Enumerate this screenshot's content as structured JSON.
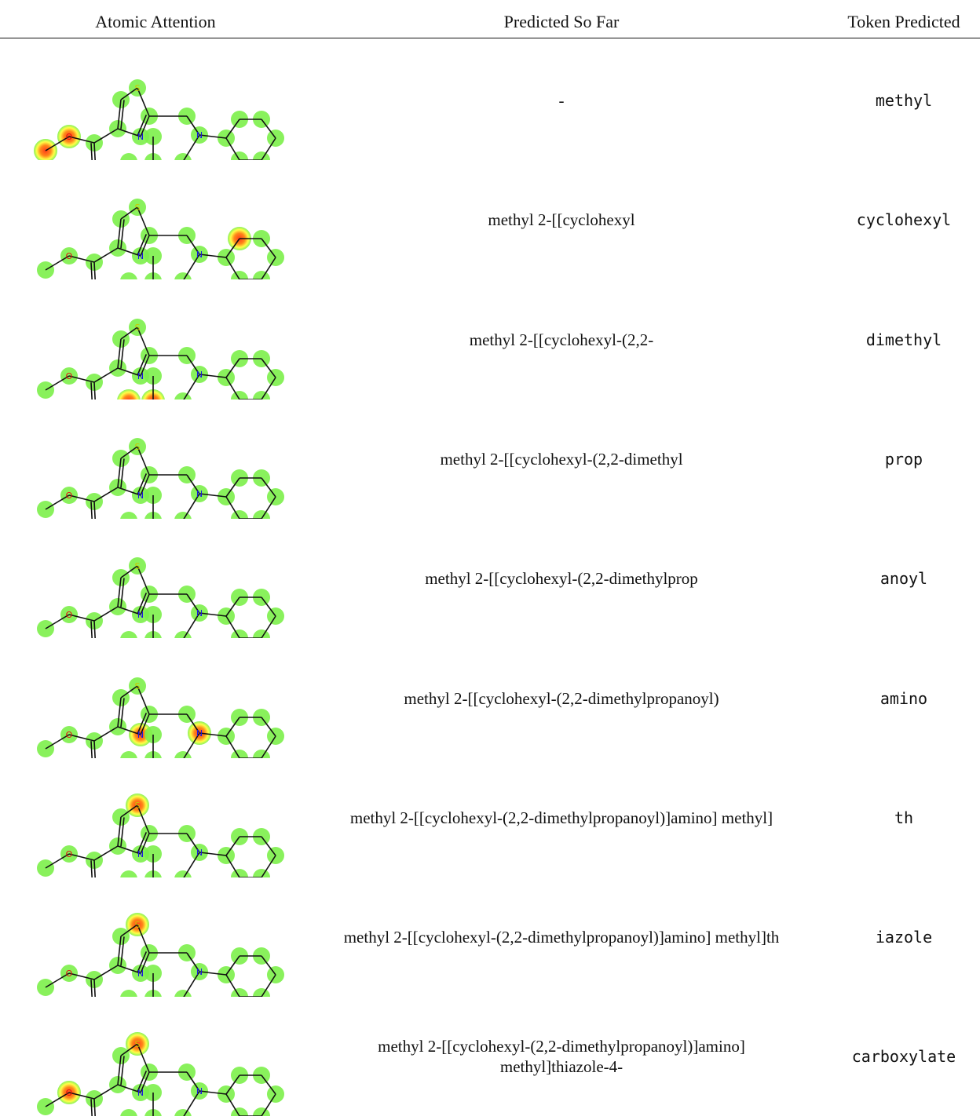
{
  "headers": {
    "attention": "Atomic Attention",
    "predicted": "Predicted So Far",
    "token": "Token Predicted"
  },
  "molecule": {
    "atom_labels": {
      "S": "S",
      "N": "N",
      "O": "O"
    },
    "colors": {
      "bond": "#111111",
      "nitrogen": "#1a1adb",
      "oxygen": "#e01010",
      "sulfur": "#c8c800",
      "glow_low": "#7cf04a",
      "glow_mid": "#ffff33",
      "glow_high": "#ff2a00"
    }
  },
  "rows": [
    {
      "predicted": "-",
      "token": "methyl",
      "hot": [
        "o1",
        "c0"
      ]
    },
    {
      "predicted": "methyl 2-[[cyclohexyl",
      "token": "cyclohexyl",
      "hot": [
        "r1"
      ]
    },
    {
      "predicted": "methyl 2-[[cyclohexyl-(2,2-",
      "token": "dimethyl",
      "hot": [
        "m1",
        "cq",
        "o3"
      ]
    },
    {
      "predicted": "methyl 2-[[cyclohexyl-(2,2-dimethyl",
      "token": "prop",
      "hot": [
        "o3"
      ]
    },
    {
      "predicted": "methyl 2-[[cyclohexyl-(2,2-dimethylprop",
      "token": "anoyl",
      "hot": [
        "o3"
      ]
    },
    {
      "predicted": "methyl 2-[[cyclohexyl-(2,2-dimethylpropanoyl)",
      "token": "amino",
      "hot": [
        "n2",
        "n1"
      ]
    },
    {
      "predicted": "methyl 2-[[cyclohexyl-(2,2-dimethylpropanoyl)]amino] methyl]",
      "token": "th",
      "hot": [
        "s"
      ]
    },
    {
      "predicted": "methyl 2-[[cyclohexyl-(2,2-dimethylpropanoyl)]amino] methyl]th",
      "token": "iazole",
      "hot": [
        "s"
      ]
    },
    {
      "predicted": "methyl 2-[[cyclohexyl-(2,2-dimethylpropanoyl)]amino] methyl]thiazole-4-",
      "token": "carboxylate",
      "hot": [
        "s",
        "o1",
        "o2"
      ]
    }
  ]
}
